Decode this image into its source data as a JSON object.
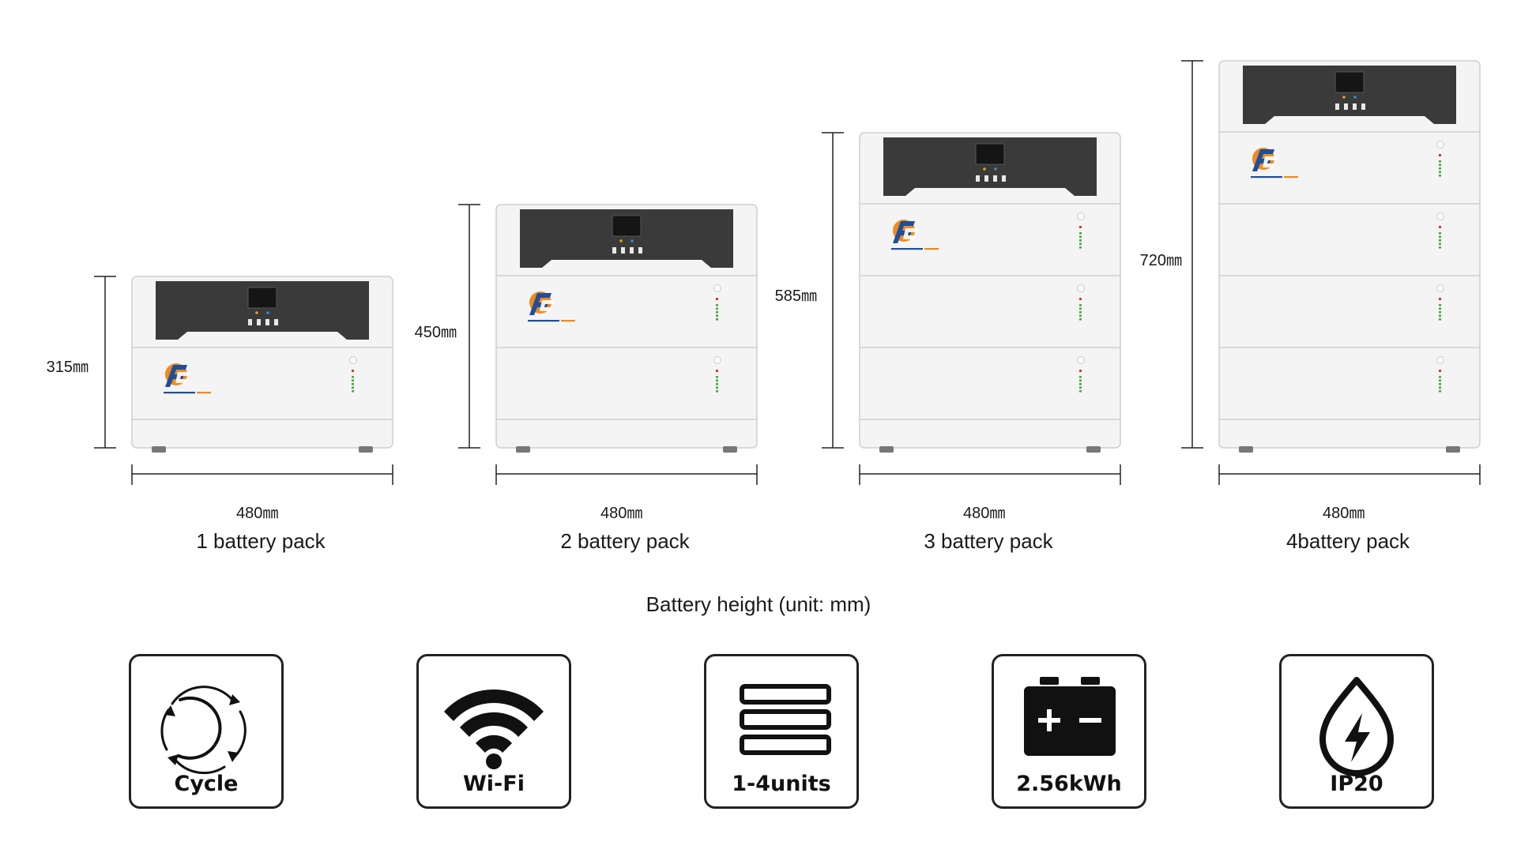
{
  "units": [
    {
      "width_label": "480㎜",
      "height_label": "315㎜",
      "caption": "1 battery pack",
      "packs": 1
    },
    {
      "width_label": "480㎜",
      "height_label": "450㎜",
      "caption": "2 battery pack",
      "packs": 2
    },
    {
      "width_label": "480㎜",
      "height_label": "585㎜",
      "caption": "3 battery pack",
      "packs": 3
    },
    {
      "width_label": "480㎜",
      "height_label": "720㎜",
      "caption": "4battery pack",
      "packs": 4
    }
  ],
  "caption": "Battery height (unit: mm)",
  "features": [
    {
      "label": "Cycle",
      "icon": "cycle-icon"
    },
    {
      "label": "Wi-Fi",
      "icon": "wifi-icon"
    },
    {
      "label": "1-4units",
      "icon": "stack-icon"
    },
    {
      "label": "2.56kWh",
      "icon": "battery-icon"
    },
    {
      "label": "IP20",
      "icon": "water-drop-bolt-icon"
    }
  ],
  "colors": {
    "housing": "#f4f4f4",
    "inverter_panel": "#3a3a3a",
    "brand_orange": "#f08a1c",
    "brand_blue": "#1f4e9c",
    "led_green": "#3fae3f",
    "led_red": "#d23a2a"
  }
}
